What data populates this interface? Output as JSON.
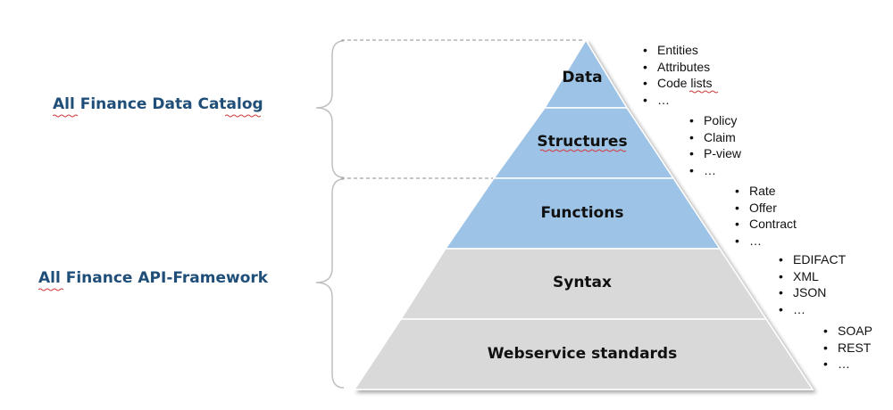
{
  "left_labels": [
    {
      "text": "All Finance Data Catalog"
    },
    {
      "text": "All Finance API-Framework"
    }
  ],
  "layers": [
    {
      "label": "Data",
      "fill": "#9dc3e6"
    },
    {
      "label": "Structures",
      "fill": "#9dc3e6"
    },
    {
      "label": "Functions",
      "fill": "#9dc3e6"
    },
    {
      "label": "Syntax",
      "fill": "#d9d9d9"
    },
    {
      "label": "Webservice standards",
      "fill": "#d9d9d9"
    }
  ],
  "bullet_lists": [
    {
      "items": [
        "Entities",
        "Attributes",
        "Code lists",
        "…"
      ]
    },
    {
      "items": [
        "Policy",
        "Claim",
        "P-view",
        "…"
      ]
    },
    {
      "items": [
        "Rate",
        "Offer",
        "Contract",
        "…"
      ]
    },
    {
      "items": [
        "EDIFACT",
        "XML",
        "JSON",
        "…"
      ]
    },
    {
      "items": [
        "SOAP",
        "REST",
        "…"
      ]
    }
  ],
  "bullet_char": "•",
  "colors": {
    "blue_layer": "#9dc3e6",
    "gray_layer": "#d9d9d9",
    "label_text": "#1f4e79",
    "bracket": "#bfbfbf"
  }
}
